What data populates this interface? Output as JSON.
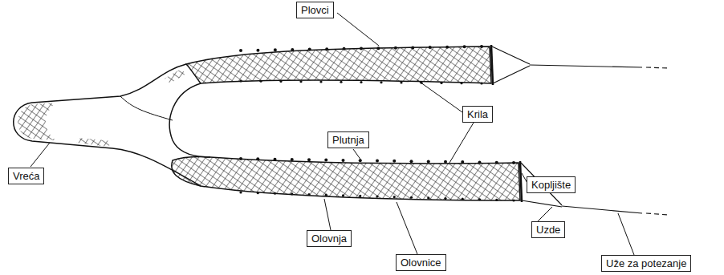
{
  "diagram": {
    "nodes": [
      {
        "text": [
          "Plovci"
        ]
      },
      {
        "text": [
          "Krila"
        ]
      },
      {
        "text": [
          "Vreća"
        ]
      },
      {
        "text": [
          "Plutnja"
        ]
      },
      {
        "text": [
          "Kopljište"
        ]
      },
      {
        "text": [
          "Uzde"
        ]
      },
      {
        "text": [
          "Olovnja"
        ]
      },
      {
        "text": [
          "Olovnice"
        ]
      },
      {
        "text": [
          "Uže za potezanje"
        ]
      }
    ]
  }
}
